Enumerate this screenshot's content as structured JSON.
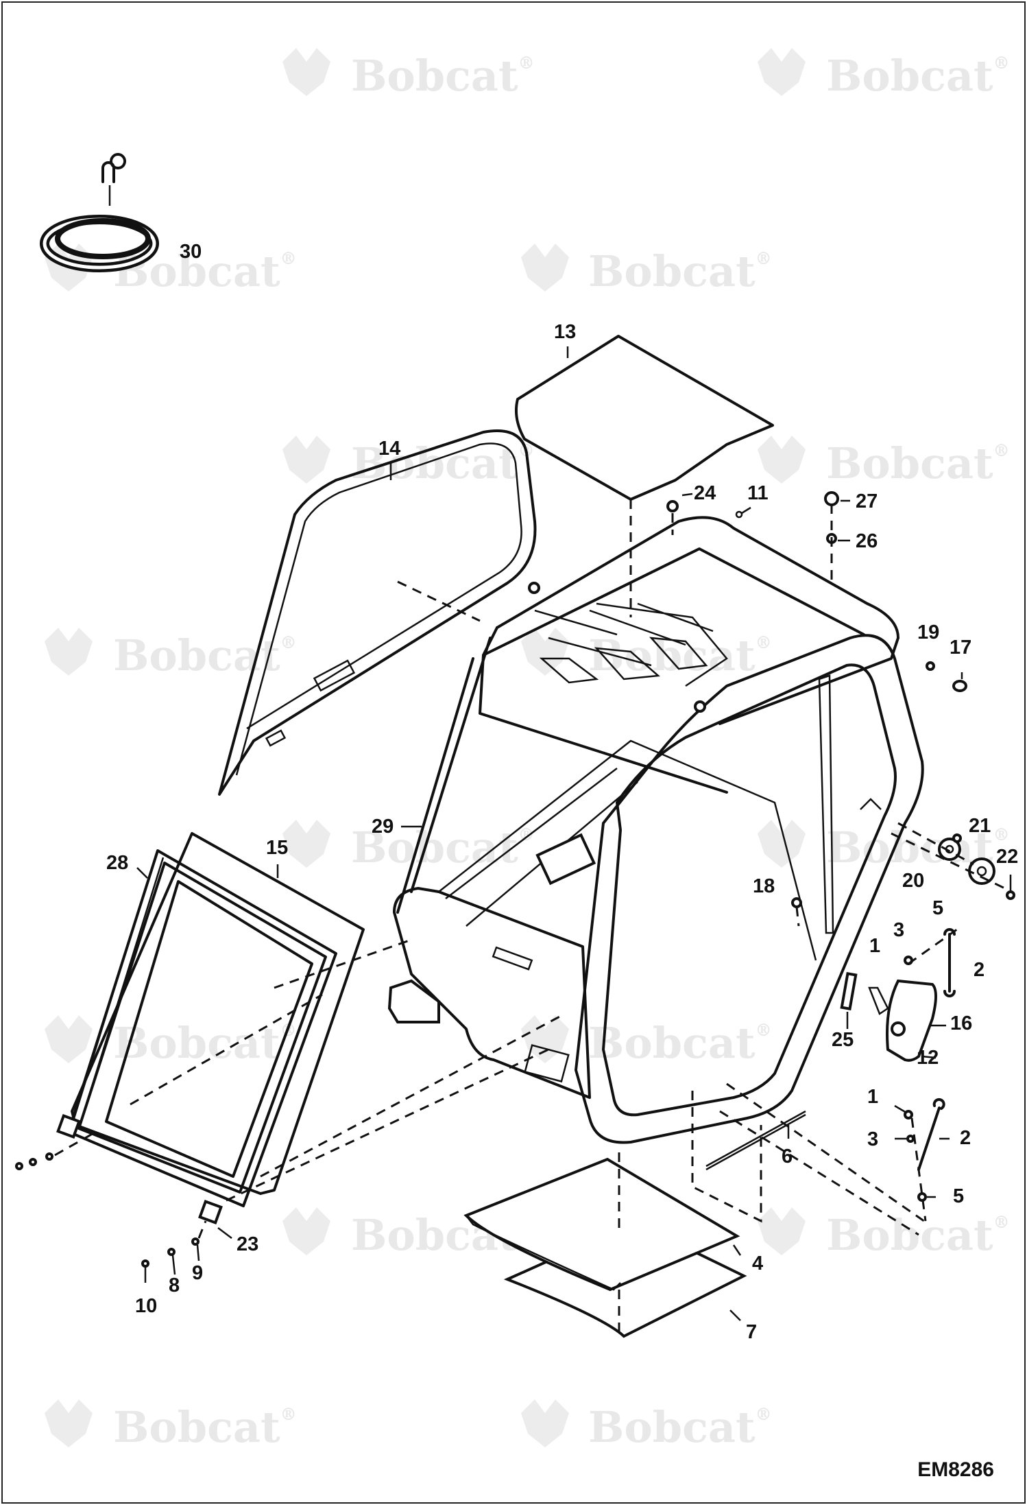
{
  "watermark": {
    "text": "Bobcat",
    "mark": "®",
    "color": "#e8e8e8"
  },
  "callouts": [
    {
      "n": "1"
    },
    {
      "n": "1"
    },
    {
      "n": "2"
    },
    {
      "n": "2"
    },
    {
      "n": "3"
    },
    {
      "n": "3"
    },
    {
      "n": "4"
    },
    {
      "n": "5"
    },
    {
      "n": "5"
    },
    {
      "n": "6"
    },
    {
      "n": "7"
    },
    {
      "n": "8"
    },
    {
      "n": "9"
    },
    {
      "n": "10"
    },
    {
      "n": "11"
    },
    {
      "n": "12"
    },
    {
      "n": "13"
    },
    {
      "n": "14"
    },
    {
      "n": "15"
    },
    {
      "n": "16"
    },
    {
      "n": "17"
    },
    {
      "n": "18"
    },
    {
      "n": "19"
    },
    {
      "n": "20"
    },
    {
      "n": "21"
    },
    {
      "n": "22"
    },
    {
      "n": "23"
    },
    {
      "n": "24"
    },
    {
      "n": "25"
    },
    {
      "n": "26"
    },
    {
      "n": "27"
    },
    {
      "n": "28"
    },
    {
      "n": "29"
    },
    {
      "n": "30"
    }
  ],
  "drawing_id": "EM8286"
}
